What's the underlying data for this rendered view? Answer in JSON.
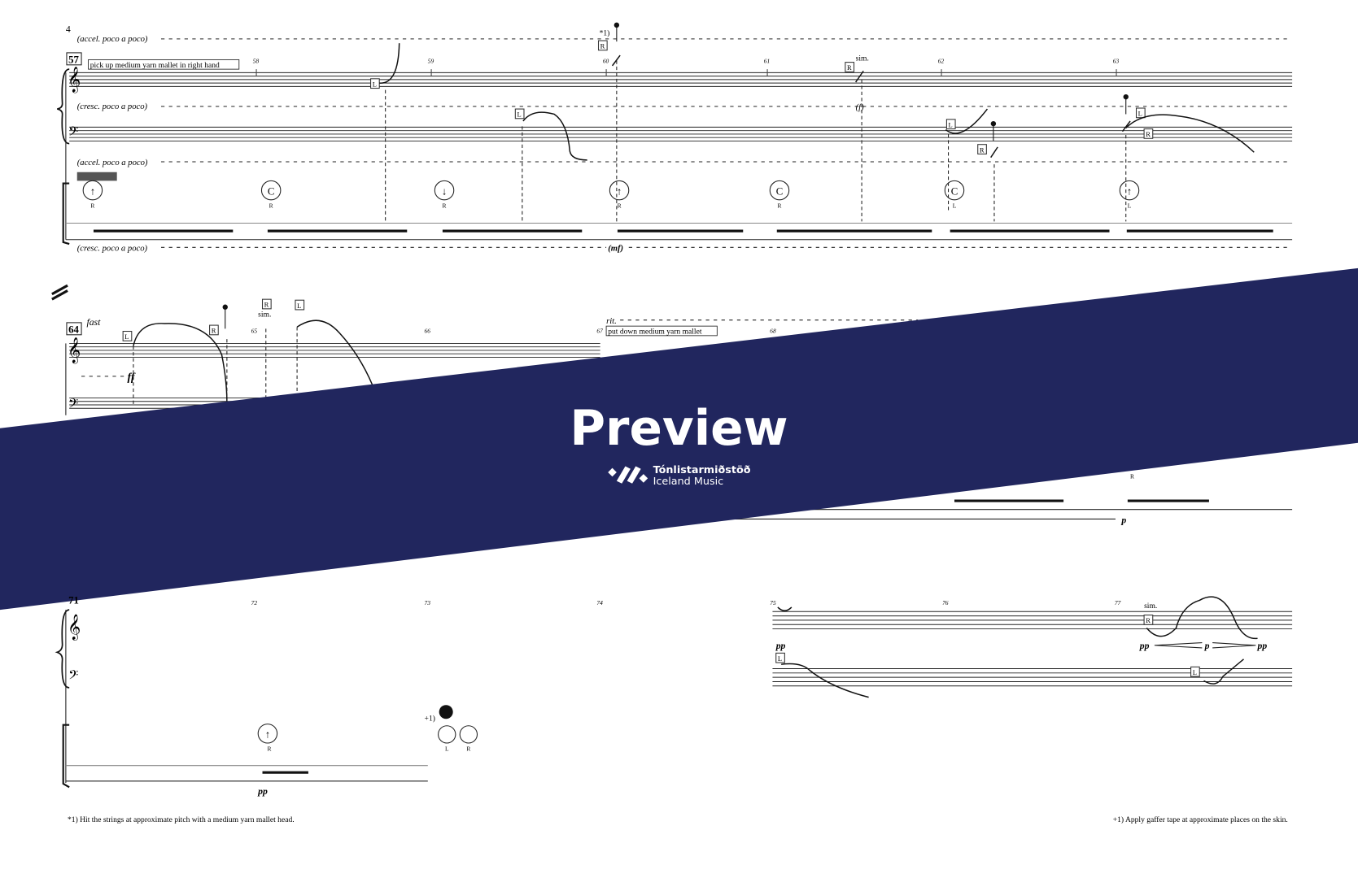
{
  "page_number": "4",
  "system1": {
    "rehearsal": "57",
    "accel": "(accel. poco a poco)",
    "cresc": "(cresc. poco a poco)",
    "instruction": "pick up medium yarn mallet in right hand",
    "measures": [
      "58",
      "59",
      "60",
      "61",
      "62",
      "63"
    ],
    "footnote_mark": "*1)",
    "sim": "sim.",
    "dyn_f": "(f)",
    "dyn_mf": "(mf)",
    "hand_boxes": [
      "L",
      "L",
      "R",
      "R",
      "L",
      "R",
      "L",
      "R"
    ],
    "perc": [
      {
        "sym": "↑",
        "hand": "R"
      },
      {
        "sym": "C",
        "hand": "R"
      },
      {
        "sym": "↓",
        "hand": "R"
      },
      {
        "sym": "↑",
        "hand": "R"
      },
      {
        "sym": "C",
        "hand": "R"
      },
      {
        "sym": "C",
        "hand": "L"
      },
      {
        "sym": "↑",
        "hand": "L"
      }
    ]
  },
  "system2": {
    "rehearsal": "64",
    "tempo": "fast",
    "measures": [
      "65",
      "66",
      "67",
      "68"
    ],
    "rit": "rit.",
    "instruction": "put down medium yarn mallet",
    "dyn_ff": "ff",
    "dyn_p": "p",
    "sim": "sim.",
    "hand_boxes": [
      "L",
      "R",
      "R",
      "L"
    ],
    "perc_hand": "R"
  },
  "system3": {
    "rehearsal": "71",
    "measures": [
      "72",
      "73",
      "74",
      "75",
      "76",
      "77"
    ],
    "perc": {
      "sym": "↑",
      "hand": "R"
    },
    "dyn_pp": "pp",
    "tape_mark": "+1)",
    "tape_hands": [
      "L",
      "R"
    ],
    "sim": "sim.",
    "hairpin": [
      "pp",
      "p",
      "pp"
    ],
    "hand_boxes": [
      "L",
      "R",
      "L"
    ]
  },
  "footnotes": {
    "left": "*1) Hit the strings at approximate pitch with a medium yarn mallet head.",
    "right": "+1) Apply gaffer tape at approximate places on the skin."
  },
  "watermark": {
    "title": "Preview",
    "brand_line1": "Tónlistarmiðstöð",
    "brand_line2": "Iceland Music",
    "color": "#21265e"
  }
}
